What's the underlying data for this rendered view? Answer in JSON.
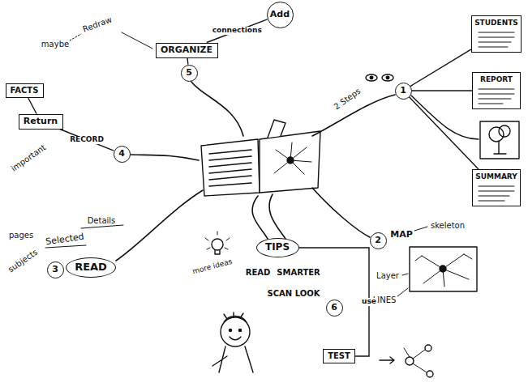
{
  "diagram": {
    "nodes": [
      {
        "text": [
          "1"
        ]
      },
      {
        "text": [
          "STUDENTS"
        ]
      },
      {
        "text": [
          "REPORT"
        ]
      },
      {
        "text": [
          "SUMMARY"
        ]
      },
      {
        "text": [
          "2"
        ]
      },
      {
        "text": [
          "3"
        ]
      },
      {
        "text": [
          "READ"
        ]
      },
      {
        "text": [
          "4"
        ]
      },
      {
        "text": [
          "Return"
        ]
      },
      {
        "text": [
          "FACTS"
        ]
      },
      {
        "text": [
          "ORGANIZE"
        ]
      },
      {
        "text": [
          "5"
        ]
      },
      {
        "text": [
          "Add"
        ]
      },
      {
        "text": [
          "TIPS"
        ]
      },
      {
        "text": [
          "6"
        ]
      },
      {
        "text": [
          "TEST"
        ]
      }
    ],
    "edges": [
      {
        "from": 0,
        "to": 1,
        "arrow": "none"
      },
      {
        "from": 0,
        "to": 2,
        "arrow": "none"
      },
      {
        "from": 0,
        "to": 3,
        "arrow": "none"
      },
      {
        "from": 7,
        "to": 8,
        "label": "RECORD",
        "arrow": "none"
      },
      {
        "from": 8,
        "to": 9,
        "arrow": "none"
      },
      {
        "from": 11,
        "to": 10,
        "arrow": "none"
      },
      {
        "from": 10,
        "to": 12,
        "label": "connections",
        "arrow": "none"
      },
      {
        "from": 13,
        "to": 15,
        "label": "use",
        "arrow": "none"
      }
    ],
    "labels": [
      "2 Steps",
      "MAP",
      "skeleton",
      "Layer",
      "LINES",
      "Details",
      "Selected",
      "pages",
      "subjects",
      "important",
      "maybe",
      "Redraw",
      "READ",
      "SMARTER",
      "SCAN LOOK",
      "more ideas"
    ]
  }
}
